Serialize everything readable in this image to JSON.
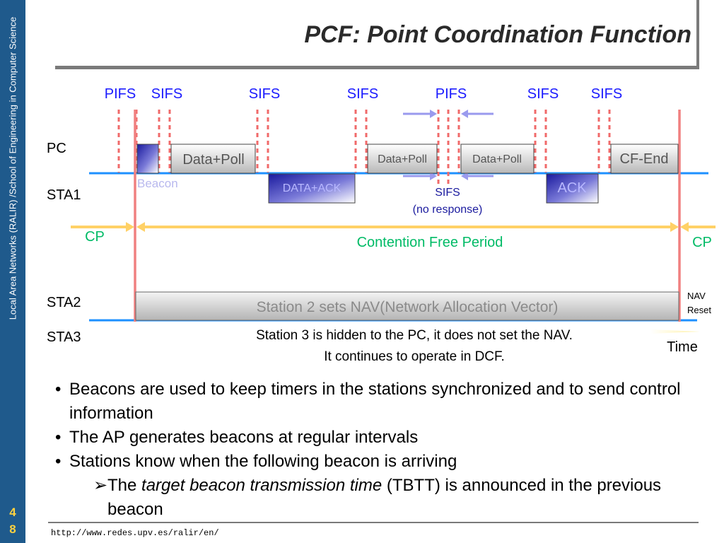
{
  "sidebar": {
    "vertical_text": "Local Area Networks (RALIR) /School of Engineering in Computer Science",
    "page_number": [
      "4",
      "8"
    ]
  },
  "title": "PCF: Point Coordination Function",
  "diagram": {
    "ifs_labels": [
      "PIFS",
      "SIFS",
      "SIFS",
      "SIFS",
      "PIFS",
      "SIFS",
      "SIFS"
    ],
    "row_labels": {
      "pc": "PC",
      "sta1": "STA1",
      "sta2": "STA2",
      "sta3": "STA3"
    },
    "frames": {
      "data_poll_1": "Data+Poll",
      "data_poll_2": "Data+Poll",
      "data_poll_3": "Data+Poll",
      "cf_end": "CF-End",
      "data_ack": "DATA+ACK",
      "ack": "ACK",
      "beacon": "Beacon"
    },
    "no_response": {
      "line1": "SIFS",
      "line2": "(no response)"
    },
    "periods": {
      "cp_left": "CP",
      "cfp": "Contention Free Period",
      "cp_right": "CP"
    },
    "nav_bar": "Station 2 sets NAV(Network Allocation Vector)",
    "nav_reset": {
      "line1": "NAV",
      "line2": "Reset"
    },
    "sta3_note": {
      "line1": "Station 3 is hidden to the PC, it does not set the NAV.",
      "line2": "It continues to operate in DCF."
    },
    "time_label": "Time",
    "colors": {
      "axis_blue": "#1e90ff",
      "ifs_red": "#f06a6a",
      "period_yellow": "#ffd166",
      "label_blue": "#1a1aff",
      "green": "#00bb66",
      "navy": "#1a1a9e"
    }
  },
  "bullets": [
    "Beacons are used to keep timers in the stations synchronized and to send control information",
    "The AP generates beacons at regular intervals",
    "Stations know when the following beacon is arriving"
  ],
  "sub_bullet": {
    "pre": "The ",
    "italic": "target beacon transmission time",
    "post": " (TBTT) is announced in the previous beacon"
  },
  "footer": "http://www.redes.upv.es/ralir/en/"
}
